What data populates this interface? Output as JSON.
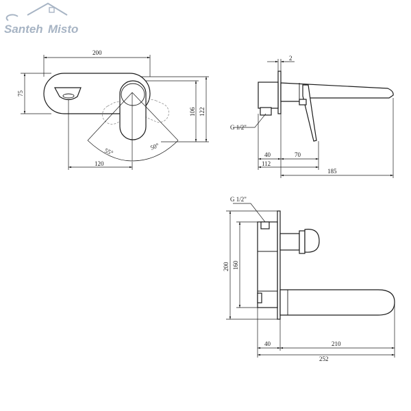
{
  "brand": {
    "logo_left": "Santeh",
    "logo_right": "Misto",
    "color": "#a7b4c4"
  },
  "front_view": {
    "width": "200",
    "height_left": "75",
    "spout_offset": "120",
    "vertical_1": "106",
    "vertical_2": "122",
    "angle_left": "55°",
    "angle_right": "50°"
  },
  "side_view": {
    "flange": "2",
    "thread": "G 1/2\"",
    "depth_1": "40",
    "depth_2": "70",
    "depth_total": "112",
    "spout_length": "185"
  },
  "top_view": {
    "thread": "G 1/2\"",
    "height_total": "200",
    "height_inner": "160",
    "depth_1": "40",
    "spout_length": "210",
    "total_length": "252"
  }
}
